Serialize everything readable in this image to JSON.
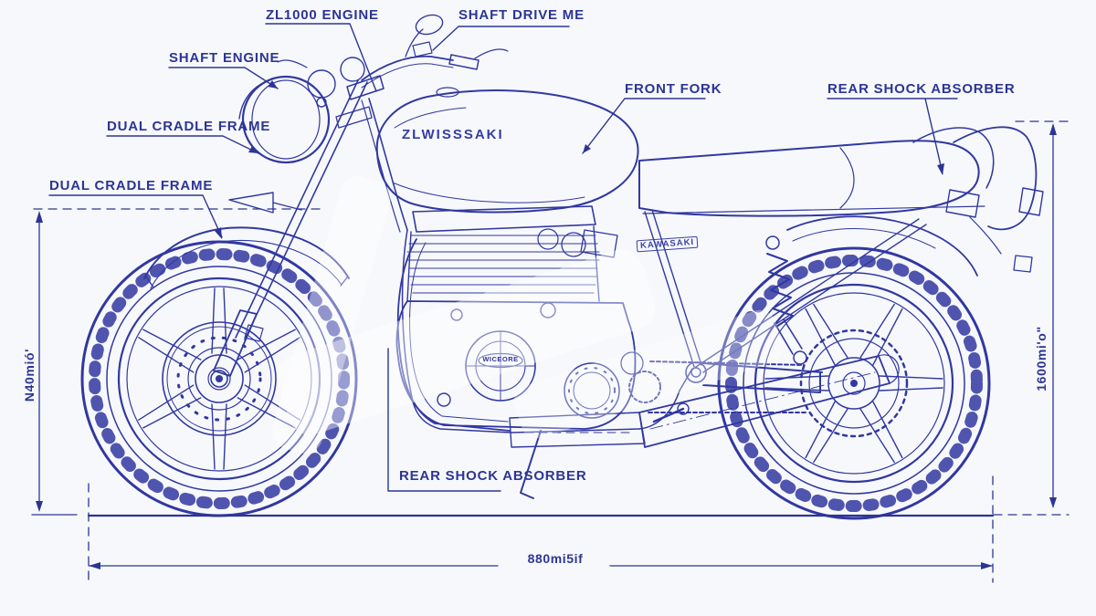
{
  "title": "Motorcycle blueprint technical drawing",
  "colors": {
    "line": "#3138a0",
    "text": "#2c3594",
    "background": "#f7f8fb"
  },
  "callouts": {
    "zl1000_engine": "ZL1000 ENGINE",
    "shaft_drive": "SHAFT DRIVE ME",
    "shaft_engine": "SHAFT ENGINE",
    "dual_cradle_frame_upper": "DUAL CRADLE FRAME",
    "dual_cradle_frame_lower": "DUAL CRADLE FRAME",
    "front_fork": "FRONT FORK",
    "rear_shock_absorber_top": "REAR SHOCK ABSORBER",
    "rear_shock_absorber_bottom": "REAR SHOCK ABSORBER"
  },
  "dimensions": {
    "overall_length": "880mi5if",
    "front_height": "N40mió'",
    "rear_height": "1600mi'o\""
  },
  "markings": {
    "tank_logo": "ZLWISSSAKI",
    "side_panel_badge": "KAWASAKI",
    "engine_badge": "WICEORE"
  }
}
